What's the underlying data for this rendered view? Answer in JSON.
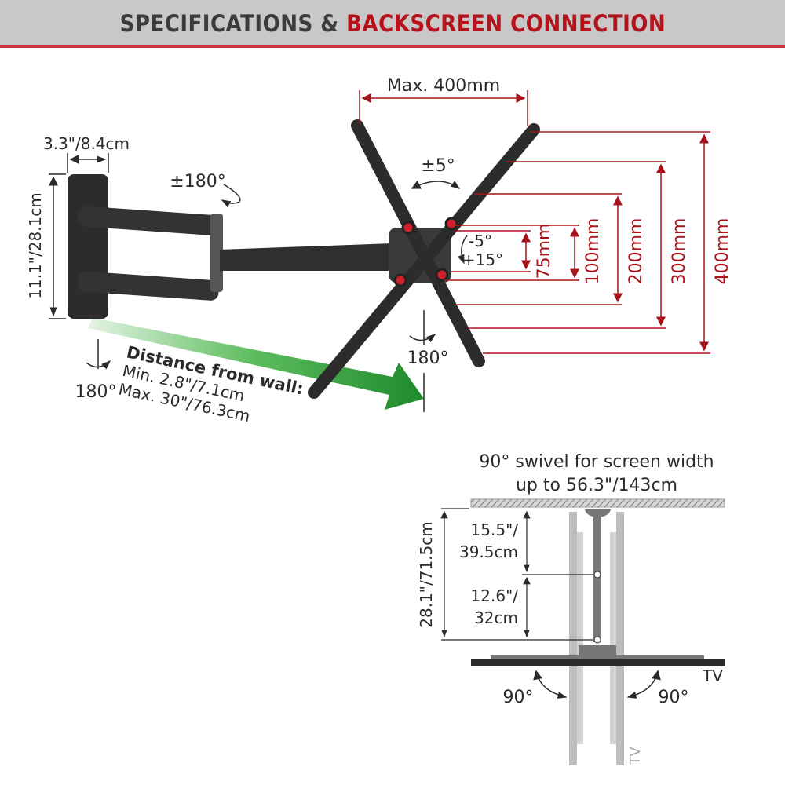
{
  "header": {
    "title_part1": "SPECIFICATIONS &",
    "title_part2": "BACKSCREEN CONNECTION"
  },
  "mount": {
    "depth_label": "3.3\"/8.4cm",
    "height_label": "11.1\"/28.1cm",
    "arm_swivel": "±180°",
    "wall_swivel": "180°",
    "head_swivel": "180°",
    "rotation": "±5°",
    "tilt_minus": "-5°",
    "tilt_plus": "+15°",
    "max_width": "Max. 400mm",
    "vesa": [
      "75mm",
      "100mm",
      "200mm",
      "300mm",
      "400mm"
    ],
    "distance_title": "Distance from wall:",
    "distance_min": "Min. 2.8\"/7.1cm",
    "distance_max": "Max. 30\"/76.3cm"
  },
  "swivel": {
    "title_line1": "90° swivel for screen width",
    "title_line2": "up to 56.3\"/143cm",
    "total": "28.1\"/71.5cm",
    "upper_a": "15.5\"/",
    "upper_b": "39.5cm",
    "lower_a": "12.6\"/",
    "lower_b": "32cm",
    "angle_left": "90°",
    "angle_right": "90°",
    "tv_label": "TV",
    "tv_label_rotated": "TV"
  },
  "colors": {
    "accent": "#b5121b",
    "green": "#2e9e3a",
    "header_bg": "#c8c8c8"
  }
}
